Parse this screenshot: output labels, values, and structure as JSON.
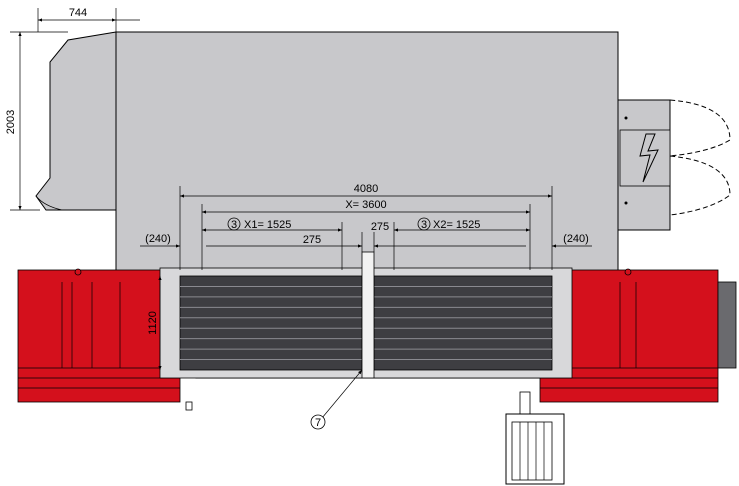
{
  "dimensions": {
    "top_left_width": "744",
    "left_height": "2003",
    "overall_width": "4080",
    "x_span": "X= 3600",
    "x1": "X1= 1525",
    "x2": "X2= 1525",
    "gap_left": "275",
    "gap_right": "275",
    "side_left": "(240)",
    "side_right": "(240)",
    "belt_height": "1120"
  },
  "callouts": {
    "x1_marker": "3",
    "x2_marker": "3",
    "item_marker": "7"
  },
  "colors": {
    "housing_gray": "#c8c8cb",
    "frame_red": "#d4101c",
    "belt_dark": "#3e3e42",
    "outline": "#000000"
  },
  "icons": {
    "electrical_box": "lightning-icon"
  }
}
